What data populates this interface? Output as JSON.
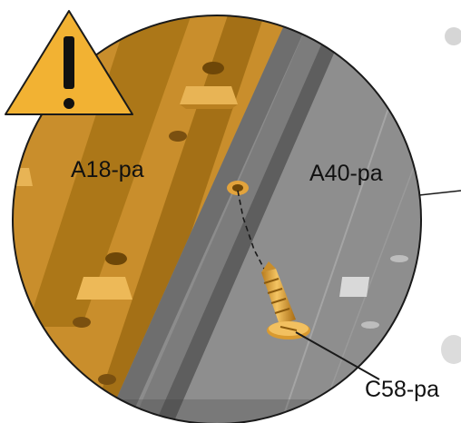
{
  "labels": {
    "part_left": "A18-pa",
    "part_right": "A40-pa",
    "screw": "C58-pa"
  },
  "icons": {
    "warning": "warning-triangle-icon"
  },
  "colors": {
    "wood_left": "#C98E2C",
    "wood_dark": "#8E5E10",
    "wood_light": "#E3AA45",
    "steel_mid": "#7C7C7C",
    "steel_right": "#8C8C8C",
    "steel_dark": "#5A5A5A",
    "screw": "#E2A33C",
    "warning_fill": "#F2B233",
    "outline": "#1A1A1A"
  }
}
